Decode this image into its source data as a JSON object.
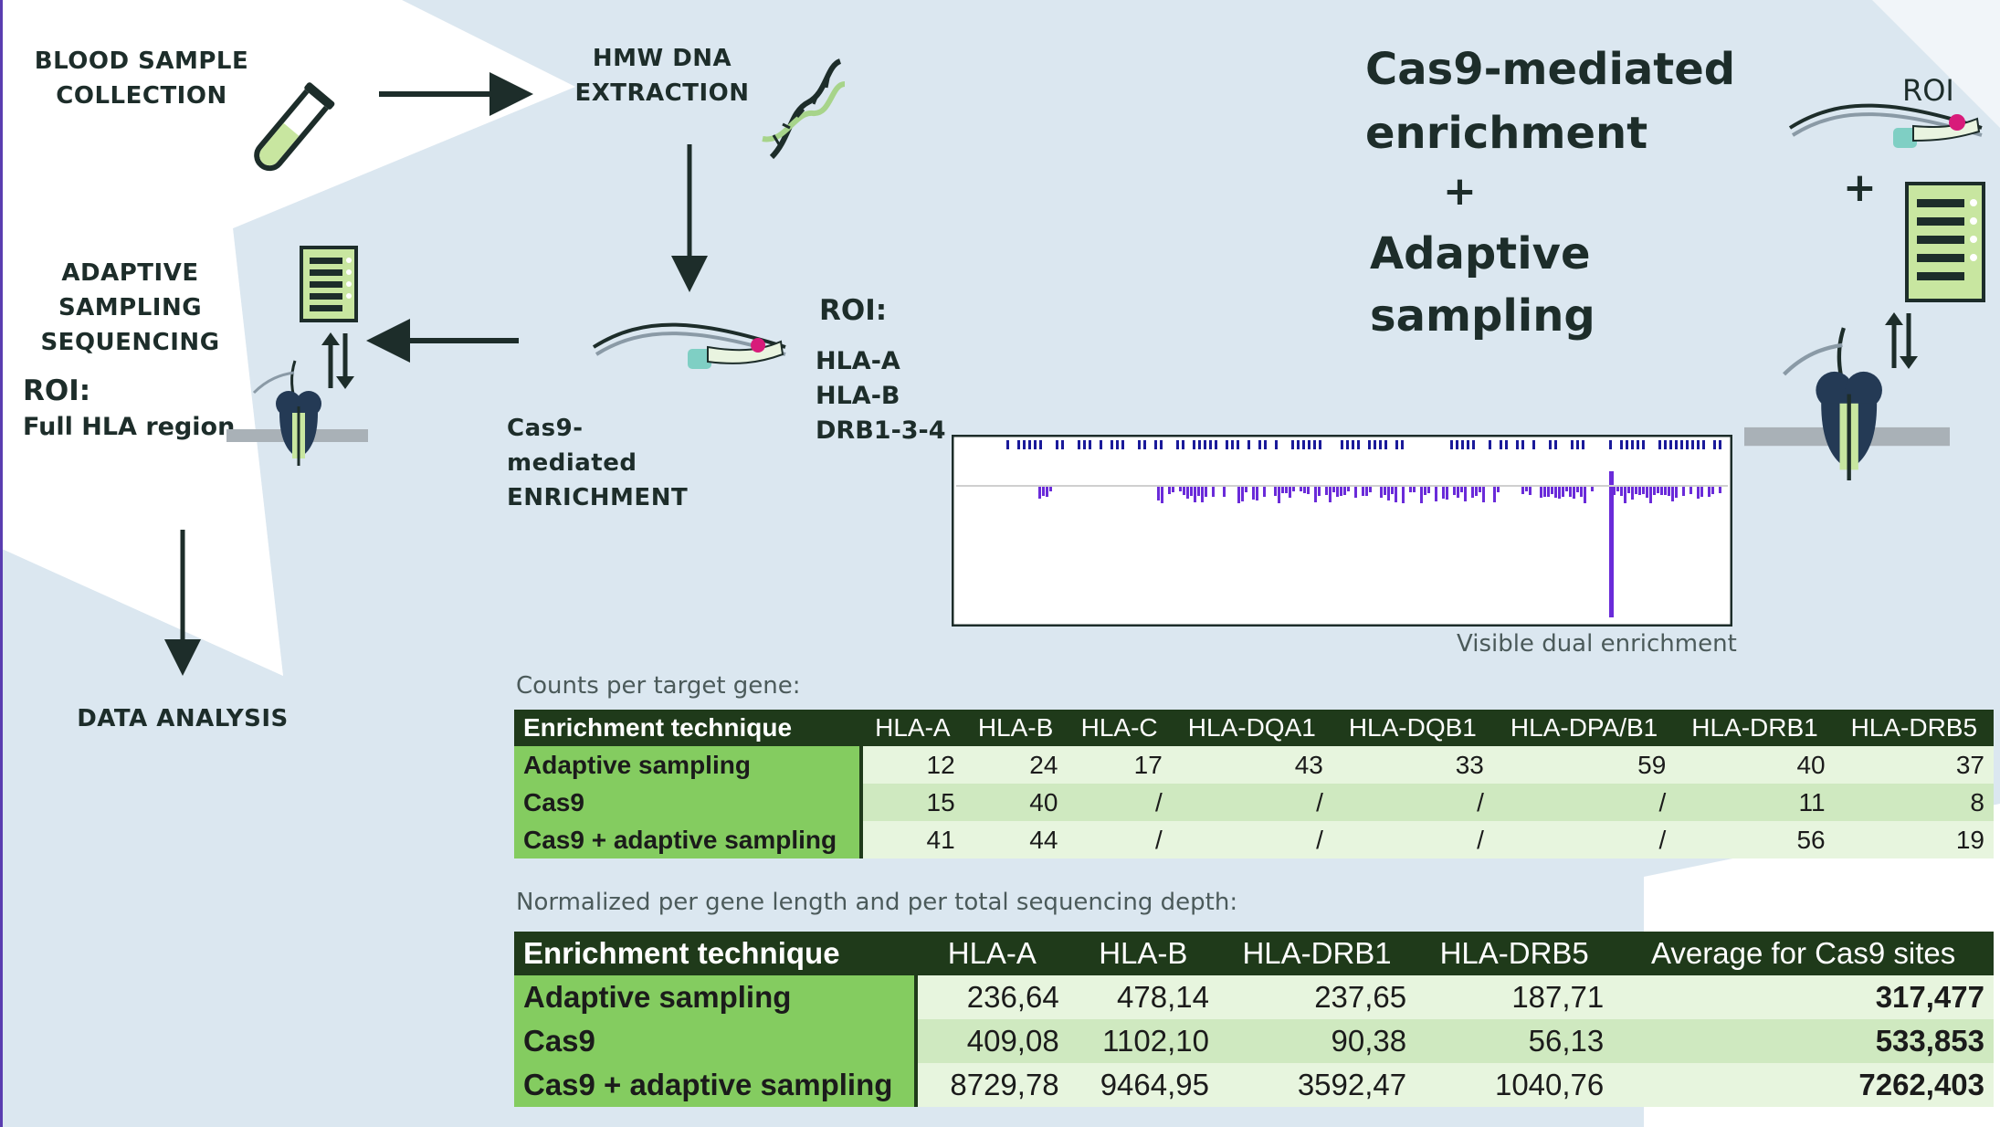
{
  "steps": {
    "blood": "BLOOD SAMPLE\nCOLLECTION",
    "hmw": "HMW DNA\nEXTRACTION",
    "cas9": "Cas9-mediated\nENRICHMENT",
    "adaptive": "ADAPTIVE\nSAMPLING\nSEQUENCING",
    "data": "DATA ANALYSIS"
  },
  "roi_left": {
    "title": "ROI:",
    "region": "Full HLA region"
  },
  "roi_mid": {
    "title": "ROI:",
    "genes": [
      "HLA-A",
      "HLA-B",
      "DRB1-3-4"
    ]
  },
  "roi_right": {
    "title": "ROI"
  },
  "combo": {
    "line1": "Cas9-mediated",
    "line2": "enrichment",
    "plus": "+",
    "line3": "Adaptive",
    "line4": "sampling"
  },
  "plus_right": "+",
  "igv_caption": "Visible dual enrichment",
  "table1": {
    "label": "Counts per target gene:",
    "headers": [
      "Enrichment technique",
      "HLA-A",
      "HLA-B",
      "HLA-C",
      "HLA-DQA1",
      "HLA-DQB1",
      "HLA-DPA/B1",
      "HLA-DRB1",
      "HLA-DRB5"
    ],
    "rows": [
      [
        "Adaptive sampling",
        "12",
        "24",
        "17",
        "43",
        "33",
        "59",
        "40",
        "37"
      ],
      [
        "Cas9",
        "15",
        "40",
        "/",
        "/",
        "/",
        "/",
        "11",
        "8"
      ],
      [
        "Cas9 + adaptive sampling",
        "41",
        "44",
        "/",
        "/",
        "/",
        "/",
        "56",
        "19"
      ]
    ]
  },
  "table2": {
    "label": "Normalized per gene length and per total sequencing depth:",
    "headers": [
      "Enrichment technique",
      "HLA-A",
      "HLA-B",
      "HLA-DRB1",
      "HLA-DRB5",
      "Average for Cas9 sites"
    ],
    "rows": [
      [
        "Adaptive sampling",
        "236,64",
        "478,14",
        "237,65",
        "187,71",
        "317,477"
      ],
      [
        "Cas9",
        "409,08",
        "1102,10",
        "90,38",
        "56,13",
        "533,853"
      ],
      [
        "Cas9 + adaptive sampling",
        "8729,78",
        "9464,95",
        "3592,47",
        "1040,76",
        "7262,403"
      ]
    ]
  },
  "colors": {
    "background": "#dbe7f0",
    "panel_white": "#ffffff",
    "table_header": "#1f3a1a",
    "table_label": "#84cc60",
    "tube_fill": "#c8e6a0",
    "dna_pink": "#d81b7a",
    "igv_purple": "#6a2bd9"
  },
  "icons": [
    "test-tube-icon",
    "dna-helix-icon",
    "cas9-complex-icon",
    "computer-icon",
    "nanopore-icon",
    "swap-arrows-icon"
  ]
}
